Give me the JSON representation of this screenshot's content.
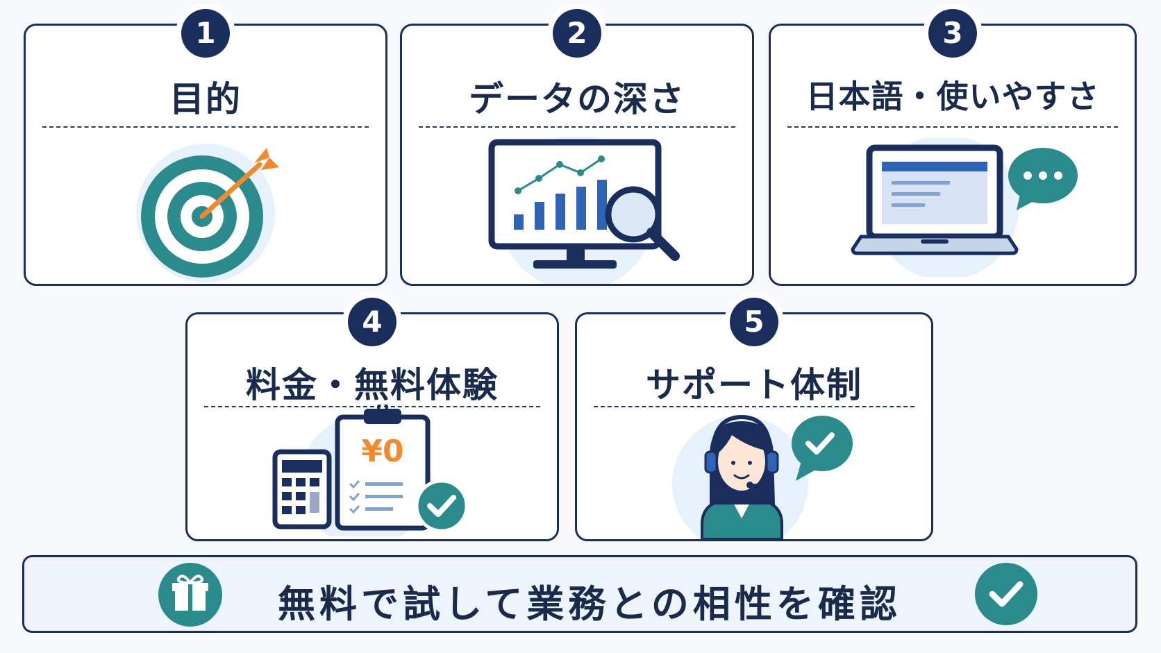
{
  "colors": {
    "navy": "#1a2e5e",
    "teal": "#2a8a8c",
    "blue": "#2f63b5",
    "orange": "#f08a2c",
    "light_circle": "#e7f1fb"
  },
  "cards": [
    {
      "number": "1",
      "title": "目的",
      "icon": "target-arrow-icon"
    },
    {
      "number": "2",
      "title": "データの深さ",
      "icon": "monitor-chart-magnifier-icon"
    },
    {
      "number": "3",
      "title": "日本語・使いやすさ",
      "icon": "laptop-speech-bubble-icon"
    },
    {
      "number": "4",
      "title": "料金・無料体験",
      "icon": "calculator-clipboard-icon"
    },
    {
      "number": "5",
      "title": "サポート体制",
      "icon": "support-operator-icon"
    }
  ],
  "illustrations": {
    "price_value": "¥0"
  },
  "footer": {
    "text": "無料で試して業務との相性を確認",
    "left_icon": "gift-icon",
    "right_icon": "check-icon"
  }
}
